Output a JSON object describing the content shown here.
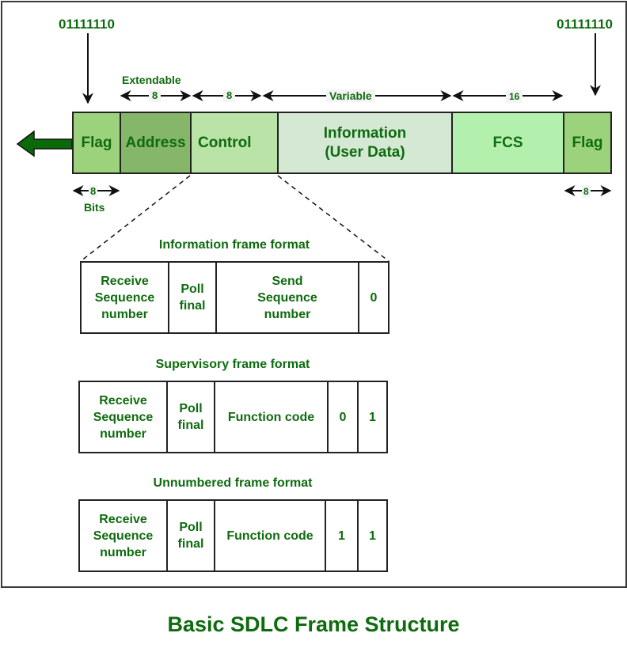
{
  "flag_bits_pattern": "01111110",
  "fields": [
    {
      "key": "flag-start",
      "label": "Flag",
      "color": "#9cd27c"
    },
    {
      "key": "address",
      "label": "Address",
      "color": "#86b66a"
    },
    {
      "key": "control",
      "label": "Control",
      "color": "#bae3a8"
    },
    {
      "key": "information",
      "label": "Information\n(User Data)",
      "color": "#d5e8d4"
    },
    {
      "key": "fcs",
      "label": "FCS",
      "color": "#b3f0ad"
    },
    {
      "key": "flag-end",
      "label": "Flag",
      "color": "#9cd27c"
    }
  ],
  "dimensions": {
    "extendable_label": "Extendable",
    "address_size": "8",
    "control_size": "8",
    "information_size": "Variable",
    "fcs_size": "16",
    "flag_start_size": "8",
    "flag_start_unit": "Bits",
    "flag_end_size": "8"
  },
  "formats": [
    {
      "title": "Information frame format",
      "cells": [
        "Receive\nSequence\nnumber",
        "Poll\nfinal",
        "Send\nSequence\nnumber",
        "0"
      ]
    },
    {
      "title": "Supervisory frame format",
      "cells": [
        "Receive\nSequence\nnumber",
        "Poll\nfinal",
        "Function code",
        "0",
        "1"
      ]
    },
    {
      "title": "Unnumbered frame format",
      "cells": [
        "Receive\nSequence\nnumber",
        "Poll\nfinal",
        "Function code",
        "1",
        "1"
      ]
    }
  ],
  "caption": "Basic SDLC Frame Structure",
  "colors": {
    "text_green": "#0f6b0f",
    "arrow_green": "#0a6a0a"
  }
}
